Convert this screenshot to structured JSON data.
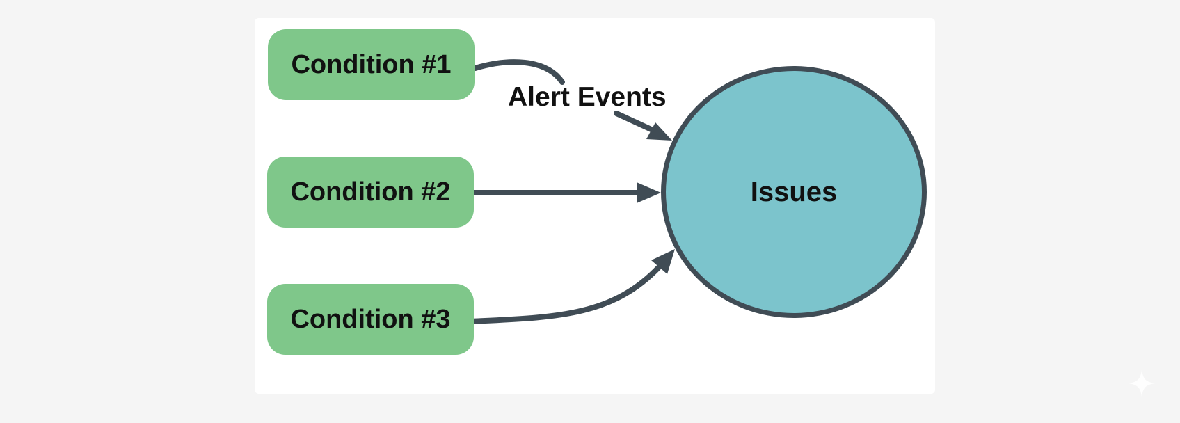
{
  "diagram": {
    "nodes": [
      {
        "id": "condition-1",
        "label": "Condition #1"
      },
      {
        "id": "condition-2",
        "label": "Condition #2"
      },
      {
        "id": "condition-3",
        "label": "Condition #3"
      }
    ],
    "target": {
      "id": "issues",
      "label": "Issues"
    },
    "edge_label": "Alert Events",
    "edges": [
      {
        "from": "condition-1",
        "to": "issues"
      },
      {
        "from": "condition-2",
        "to": "issues"
      },
      {
        "from": "condition-3",
        "to": "issues"
      }
    ]
  },
  "colors": {
    "page_background": "#f5f5f5",
    "card_background": "#ffffff",
    "condition_fill": "#7fc78a",
    "issues_fill": "#7cc4cc",
    "stroke": "#404c55",
    "text": "#111111"
  },
  "icons": {
    "corner": "sparkle-icon"
  }
}
